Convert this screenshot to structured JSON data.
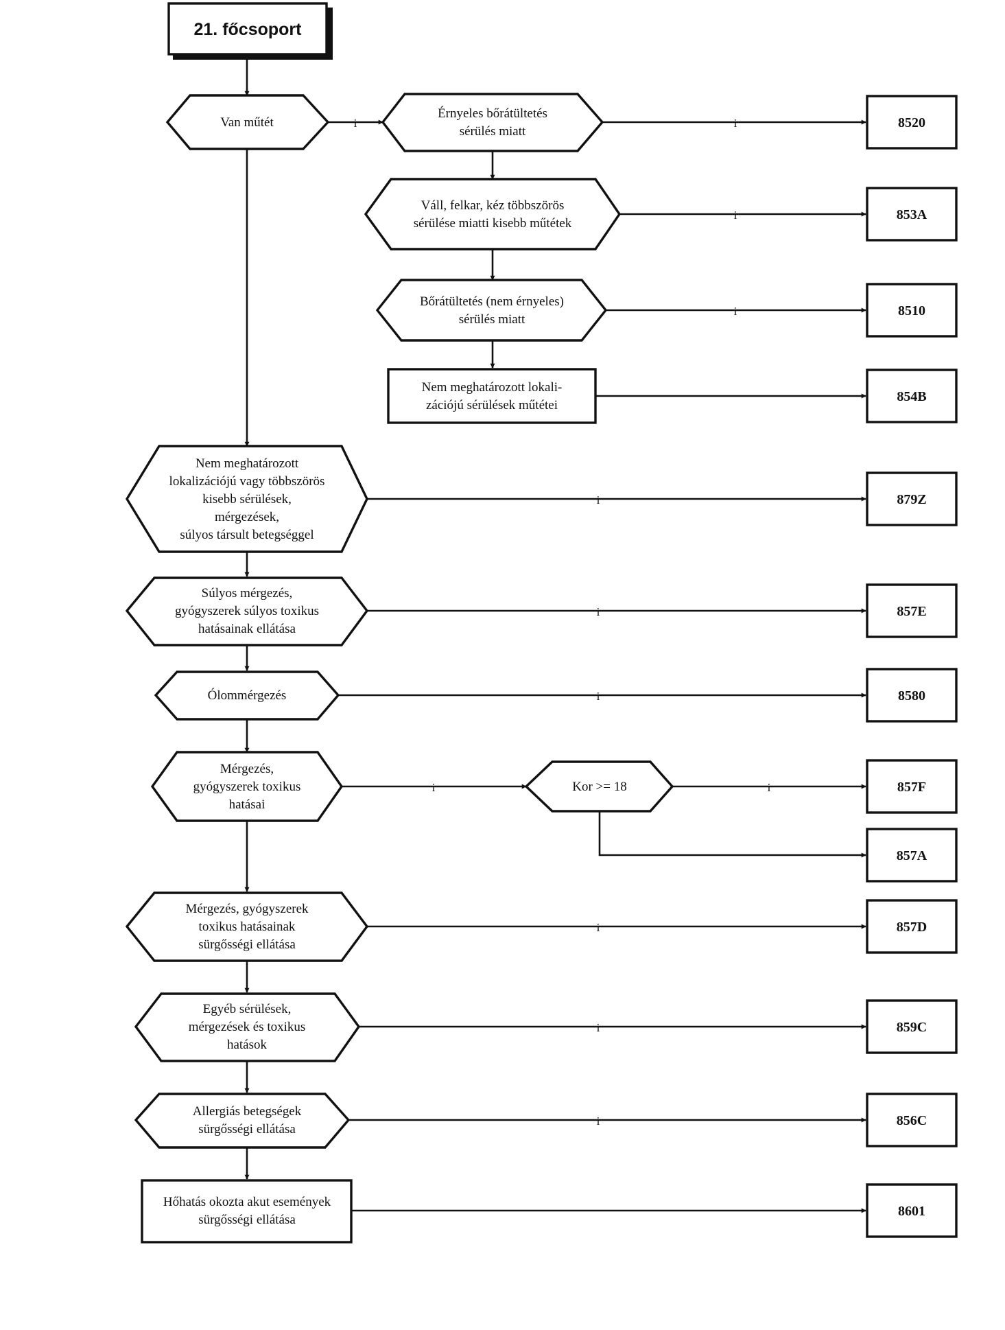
{
  "title": "21. főcsoport",
  "yes_label": "i",
  "nodes": {
    "q_mutet": "Van műtét",
    "q_ernyeles": "Érnyeles bőrátültetés\nsérülés miatt",
    "q_vall": "Váll, felkar, kéz többszörös\nsérülése miatti kisebb műtétek",
    "q_boratultetes": "Bőrátültetés (nem érnyeles)\nsérülés miatt",
    "b_nem_meghat": "Nem meghatározott lokali-\nzációjú sérülések műtétei",
    "q_nem_meghat_tobbszoros": "Nem meghatározott\nlokalizációjú vagy többszörös\nkisebb sérülések,\nmérgezések,\nsúlyos társult betegséggel",
    "q_sulyos_mergezes": "Súlyos mérgezés,\ngyógyszerek súlyos toxikus\nhatásainak ellátása",
    "q_olom": "Ólommérgezés",
    "q_mergezes": "Mérgezés,\ngyógyszerek toxikus\nhatásai",
    "q_kor": "Kor >= 18",
    "q_surgossegi": "Mérgezés, gyógyszerek\ntoxikus hatásainak\nsürgősségi ellátása",
    "q_egyeb": "Egyéb sérülések,\nmérgezések és toxikus\nhatások",
    "q_allergias": "Allergiás betegségek\nsürgősségi ellátása",
    "b_hohatas": "Hőhatás okozta akut események\nsürgősségi ellátása"
  },
  "codes": {
    "c8520": "8520",
    "c853A": "853A",
    "c8510": "8510",
    "c854B": "854B",
    "c879Z": "879Z",
    "c857E": "857E",
    "c8580": "8580",
    "c857F": "857F",
    "c857A": "857A",
    "c857D": "857D",
    "c859C": "859C",
    "c856C": "856C",
    "c8601": "8601"
  }
}
